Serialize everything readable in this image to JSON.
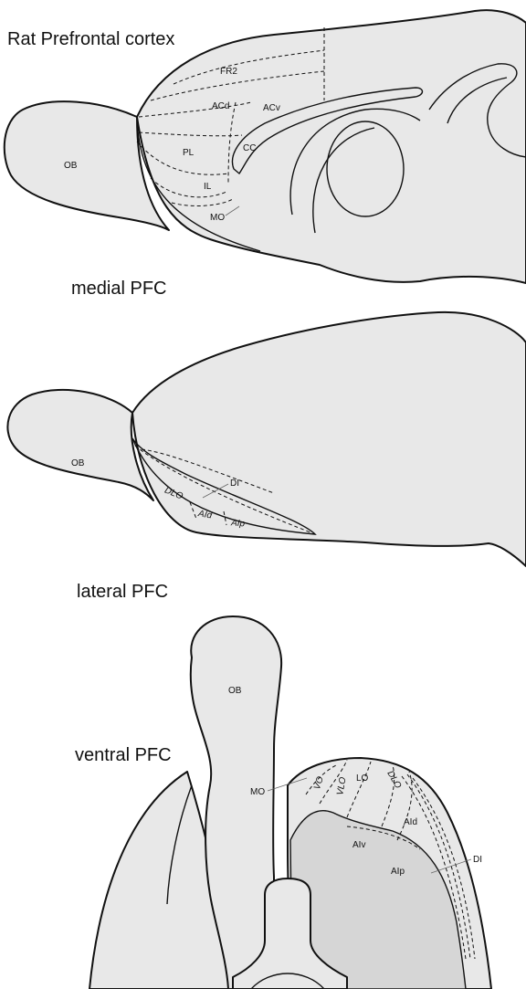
{
  "title": "Rat Prefrontal cortex",
  "panels": {
    "medial": {
      "caption": "medial PFC",
      "labels": {
        "ob": "OB",
        "fr2": "FR2",
        "acd": "ACd",
        "acv": "ACv",
        "pl": "PL",
        "cc": "CC",
        "il": "IL",
        "mo": "MO"
      }
    },
    "lateral": {
      "caption": "lateral PFC",
      "labels": {
        "ob": "OB",
        "di": "DI",
        "dlo": "DLO",
        "aid": "AId",
        "aip": "AIp"
      }
    },
    "ventral": {
      "caption": "ventral PFC",
      "labels": {
        "ob": "OB",
        "mo": "MO",
        "vo": "VO",
        "vlo": "VLO",
        "lo": "LO",
        "dlo": "DLO",
        "aid": "AId",
        "aiv": "AIv",
        "aip": "AIp",
        "di": "DI"
      }
    }
  },
  "colors": {
    "brain_fill": "#e8e8e8",
    "shade_fill": "#d6d6d6",
    "outline": "#111111"
  }
}
